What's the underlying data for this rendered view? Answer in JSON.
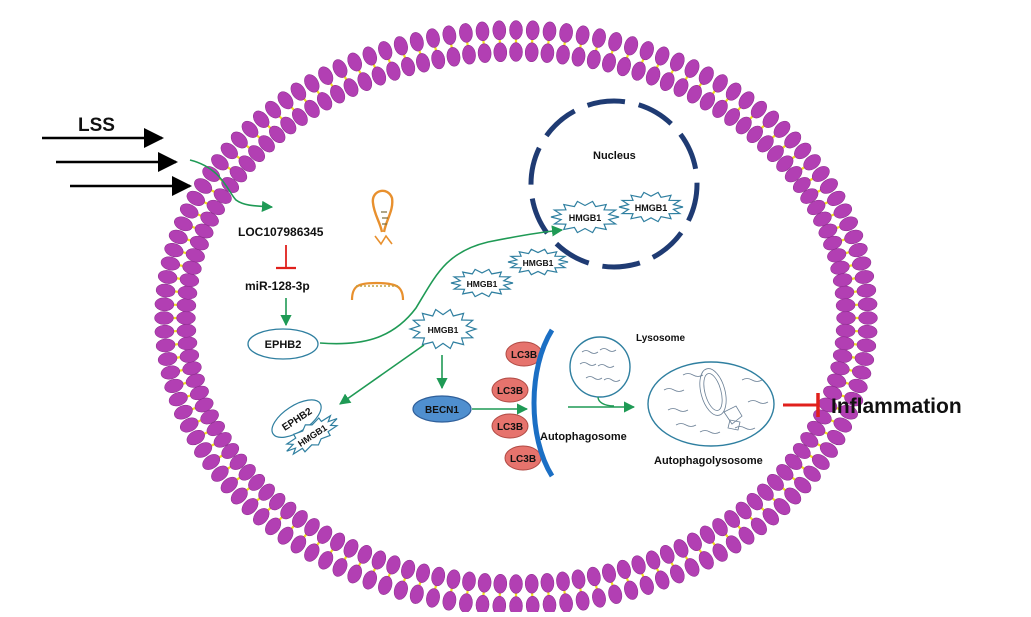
{
  "labels": {
    "stimulus": "LSS",
    "nucleus": "Nucleus",
    "lncrna": "LOC107986345",
    "mirna": "miR-128-3p",
    "receptor": "EPHB2",
    "hmgb1": "HMGB1",
    "becn1": "BECN1",
    "lc3b": "LC3B",
    "lysosome": "Lysosome",
    "autophagosome": "Autophagosome",
    "autophagolysosome": "Autophagolysosome",
    "outcome": "Inflammation"
  },
  "colors": {
    "lipid_head": "#b23fb3",
    "lipid_tail": "#f2e01e",
    "activation_arrow": "#1f9a55",
    "inhibition": "#e0201c",
    "nucleus_border": "#1f3b73",
    "outline": "#2f7fa0",
    "lc3b_fill": "#e6736d",
    "becn1_fill": "#4f8fcf",
    "phagophore": "#1b6fc4"
  }
}
